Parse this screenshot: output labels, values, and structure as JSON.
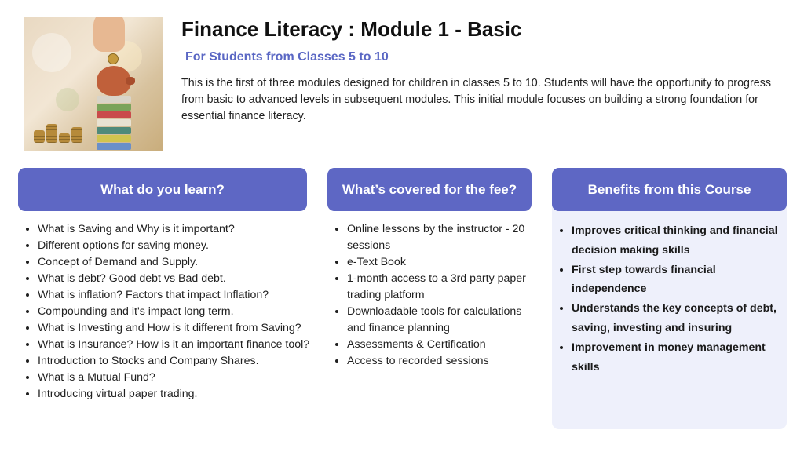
{
  "header": {
    "title": "Finance Literacy : Module 1 - Basic",
    "subtitle": "For Students from Classes 5 to 10",
    "description": "This is the first of three modules designed for children in classes 5 to 10. Students will have the opportunity to progress from basic to advanced levels in subsequent modules. This initial module focuses on building a strong foundation for essential finance literacy."
  },
  "hero_image": {
    "subject": "piggy-bank-on-books-with-coins"
  },
  "columns": [
    {
      "heading": "What do you learn?",
      "items": [
        "What is Saving and Why is it important?",
        "Different options for saving money.",
        "Concept of Demand and Supply.",
        "What is debt? Good debt vs Bad debt.",
        "What is inflation? Factors that impact Inflation?",
        "Compounding and it's impact long term.",
        "What is Investing and How is it different from Saving?",
        "What is Insurance? How is it an important finance tool?",
        "Introduction to Stocks and Company Shares.",
        "What is a Mutual Fund?",
        "Introducing virtual paper trading."
      ]
    },
    {
      "heading": "What’s covered for the fee?",
      "items": [
        "Online lessons by the instructor - 20 sessions",
        "e-Text Book",
        "1-month access to a 3rd party paper trading platform",
        "Downloadable tools for calculations and finance planning",
        "Assessments & Certification",
        "Access to recorded sessions"
      ]
    },
    {
      "heading": "Benefits from this Course",
      "items": [
        "Improves critical thinking and financial decision making skills",
        "First step towards financial independence",
        "Understands the key concepts of debt, saving, investing and insuring",
        "Improvement in money management skills"
      ]
    }
  ],
  "colors": {
    "header_bg": "#5e67c4",
    "subtitle": "#5a67c4",
    "benefit_panel_bg": "#eef0fb"
  }
}
